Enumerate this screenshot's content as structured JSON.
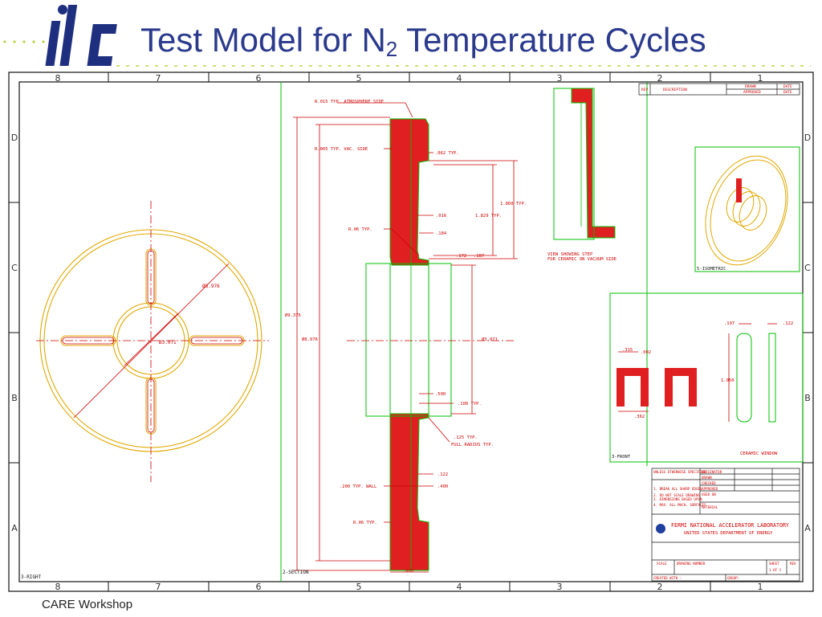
{
  "slide": {
    "title_prefix": "Test Model for N",
    "title_subscript": "2",
    "title_suffix": " Temperature Cycles",
    "footer": "CARE Workshop",
    "logo_text": "ilc"
  },
  "frame": {
    "columns": [
      "8",
      "7",
      "6",
      "5",
      "4",
      "3",
      "2",
      "1"
    ],
    "rows": [
      "D",
      "C",
      "B",
      "A"
    ]
  },
  "views": {
    "right": "3-RIGHT",
    "section": "2-SECTION",
    "front": "3-FRONT",
    "isometric": "5-ISOMETRIC",
    "window": "CERAMIC WINDOW"
  },
  "dims": {
    "r015": "R.015 TYP. ATMOSPHERE SIDE",
    "r005": "R.005 TYP. VAC. SIDE",
    "d062": ".062 TYP.",
    "d1860": "1.860 TYP.",
    "d1829": "1.829 TYP.",
    "d016": ".016",
    "d184": ".184",
    "r06a": "R.06 TYP.",
    "d172": ".172",
    "d187": ".187",
    "d9376": "Ø9.376",
    "d8976": "Ø8.976",
    "d3071": "Ø3.071",
    "d500": ".500",
    "d100": ".100 TYP.",
    "d125": ".125 TYP.",
    "fullradius": "FULL RADIUS TYP.",
    "d122": ".122",
    "d200": ".200 TYP. WALL",
    "d400": ".400",
    "r06b": "R.06 TYP.",
    "d800": ".800",
    "view_step_1": "VIEW SHOWING STEP",
    "view_step_2": "FOR CERAMIC ON VACUUM SIDE",
    "rv8976": "Ø8.976",
    "rv3071": "Ø3.071",
    "w197": ".197",
    "w122": ".122",
    "w1050": "1.050",
    "f315": ".315",
    "f002": ".002",
    "f362": ".362"
  },
  "titleblock": {
    "rev": "REV",
    "description": "DESCRIPTION",
    "drawn": "DRAWN",
    "date": "DATE",
    "approved": "APPROVED",
    "lab": "FERMI NATIONAL ACCELERATOR LABORATORY",
    "doe": "UNITED STATES DEPARTMENT OF ENERGY",
    "scale": "SCALE",
    "drawing_number": "DRAWING NUMBER",
    "sheet": "SHEET",
    "sheet_val": "1 OF 1",
    "created": "CREATED WITH :",
    "group": "GROUP:",
    "unless": "UNLESS OTHERWISE SPECIFIED",
    "originator": "ORIGINATOR",
    "checked": "CHECKED",
    "used_on": "USED ON",
    "material": "MATERIAL",
    "n1": "1. BREAK ALL SHARP EDGES",
    "n2": "2. DO NOT SCALE DRAWING",
    "n3": "3. DIMENSIONS BASED UPON",
    "n4": "4. MAX. ALL MACH. SURFACES"
  },
  "colors": {
    "title": "#2b3a8c",
    "frame": "#111111",
    "line": "#00c000",
    "part": "#e0a800",
    "dim": "#cc0000",
    "fill": "#e02020"
  }
}
